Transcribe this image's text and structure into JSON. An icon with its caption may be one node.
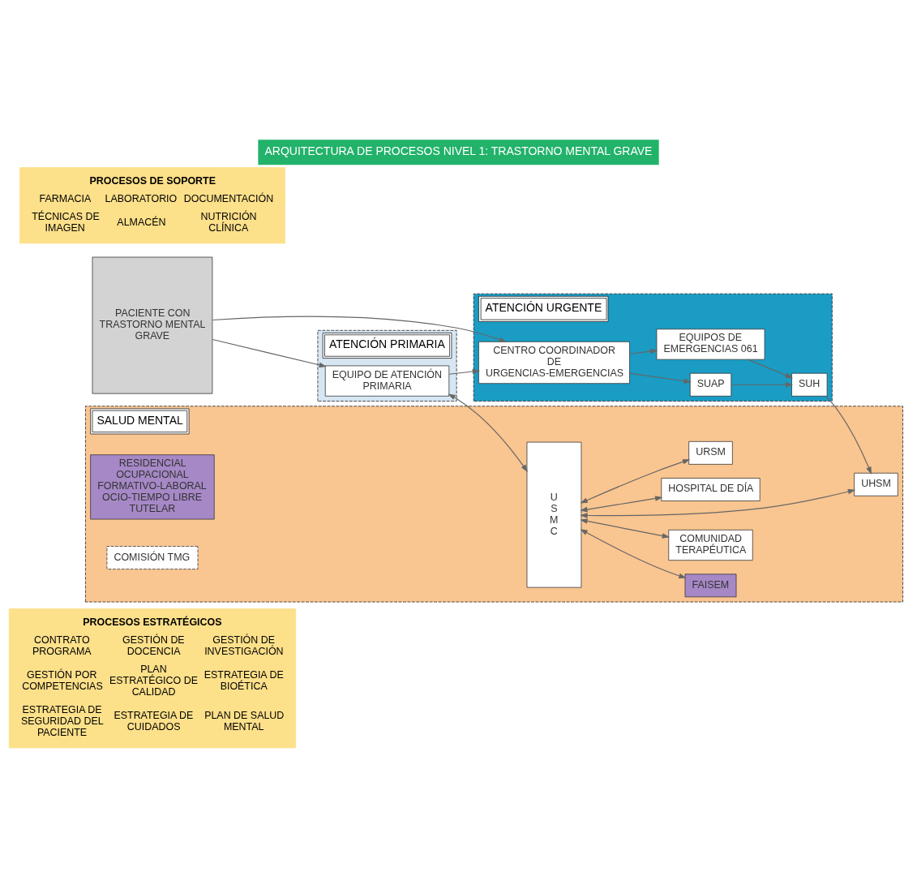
{
  "diagram": {
    "title": "ARQUITECTURA DE PROCESOS NIVEL 1: TRASTORNO MENTAL GRAVE",
    "nodes": [
      {
        "text": [
          "PROCESOS ESTRATÉGICOS",
          "CONTRATO PROGRAMA",
          "GESTIÓN DE DOCENCIA",
          "GESTIÓN DE INVESTIGACIÓN",
          "GESTIÓN POR COMPETENCIAS",
          "PLAN ESTRATÉGICO DE CALIDAD",
          "ESTRATEGIA DE BIOÉTICA",
          "ESTRATEGIA DE SEGURIDAD DEL PACIENTE",
          "ESTRATEGIA DE CUIDADOS",
          "PLAN DE SALUD MENTAL"
        ]
      },
      {
        "text": [
          "PACIENTE CON TRASTORNO MENTAL GRAVE"
        ]
      },
      {
        "text": [
          "ATENCIÓN PRIMARIA"
        ]
      },
      {
        "text": [
          "EQUIPO DE ATENCIÓN PRIMARIA"
        ],
        "in": 2
      },
      {
        "text": [
          "SALUD MENTAL"
        ]
      },
      {
        "text": [
          "U S M C"
        ],
        "in": 4
      },
      {
        "text": [
          "RESIDENCIAL OCUPACIONAL FORMATIVO-LABORAL OCIO-TIEMPO LIBRE TUTELAR"
        ],
        "in": 4
      },
      {
        "text": [
          "FAISEM"
        ],
        "in": 4
      },
      {
        "text": [
          "COMUNIDAD TERAPÉUTICA"
        ],
        "in": 4
      },
      {
        "text": [
          "COMISIÓN TMG"
        ],
        "in": 4
      },
      {
        "text": [
          "UHSM"
        ],
        "in": 4
      },
      {
        "text": [
          "HOSPITAL DE DÍA"
        ],
        "in": 4
      },
      {
        "text": [
          "URSM"
        ],
        "in": 4
      },
      {
        "text": [
          "ATENCIÓN URGENTE"
        ]
      },
      {
        "text": [
          "CENTRO COORDINADOR DE URGENCIAS-EMERGENCIAS"
        ],
        "in": 13
      },
      {
        "text": [
          "SUAP"
        ],
        "in": 13
      },
      {
        "text": [
          "EQUIPOS DE EMERGENCIAS 061"
        ],
        "in": 13
      },
      {
        "text": [
          "SUH"
        ],
        "in": 13
      },
      {
        "text": [
          "PROCESOS DE SOPORTE",
          "FARMACIA",
          "LABORATORIO",
          "DOCUMENTACIÓN",
          "TÉCNICAS DE IMAGEN",
          "ALMACÉN",
          "NUTRICIÓN CLÍNICA"
        ]
      }
    ],
    "edges": [
      {
        "from": 1,
        "to": 3,
        "arrow": "to"
      },
      {
        "from": 3,
        "to": 5,
        "arrow": "both"
      },
      {
        "from": 5,
        "to": 7,
        "arrow": "both"
      },
      {
        "from": 5,
        "to": 8,
        "arrow": "both"
      },
      {
        "from": 5,
        "to": 10,
        "arrow": "both"
      },
      {
        "from": 5,
        "to": 11,
        "arrow": "both"
      },
      {
        "from": 5,
        "to": 12,
        "arrow": "both"
      },
      {
        "from": 3,
        "to": 14,
        "arrow": "to"
      },
      {
        "from": 1,
        "to": 14,
        "arrow": "to"
      },
      {
        "from": 14,
        "to": 15,
        "arrow": "to"
      },
      {
        "from": 14,
        "to": 16,
        "arrow": "to"
      },
      {
        "from": 15,
        "to": 17,
        "arrow": "to"
      },
      {
        "from": 16,
        "to": 17,
        "arrow": "to"
      },
      {
        "from": 17,
        "to": 10,
        "arrow": "to"
      }
    ]
  }
}
